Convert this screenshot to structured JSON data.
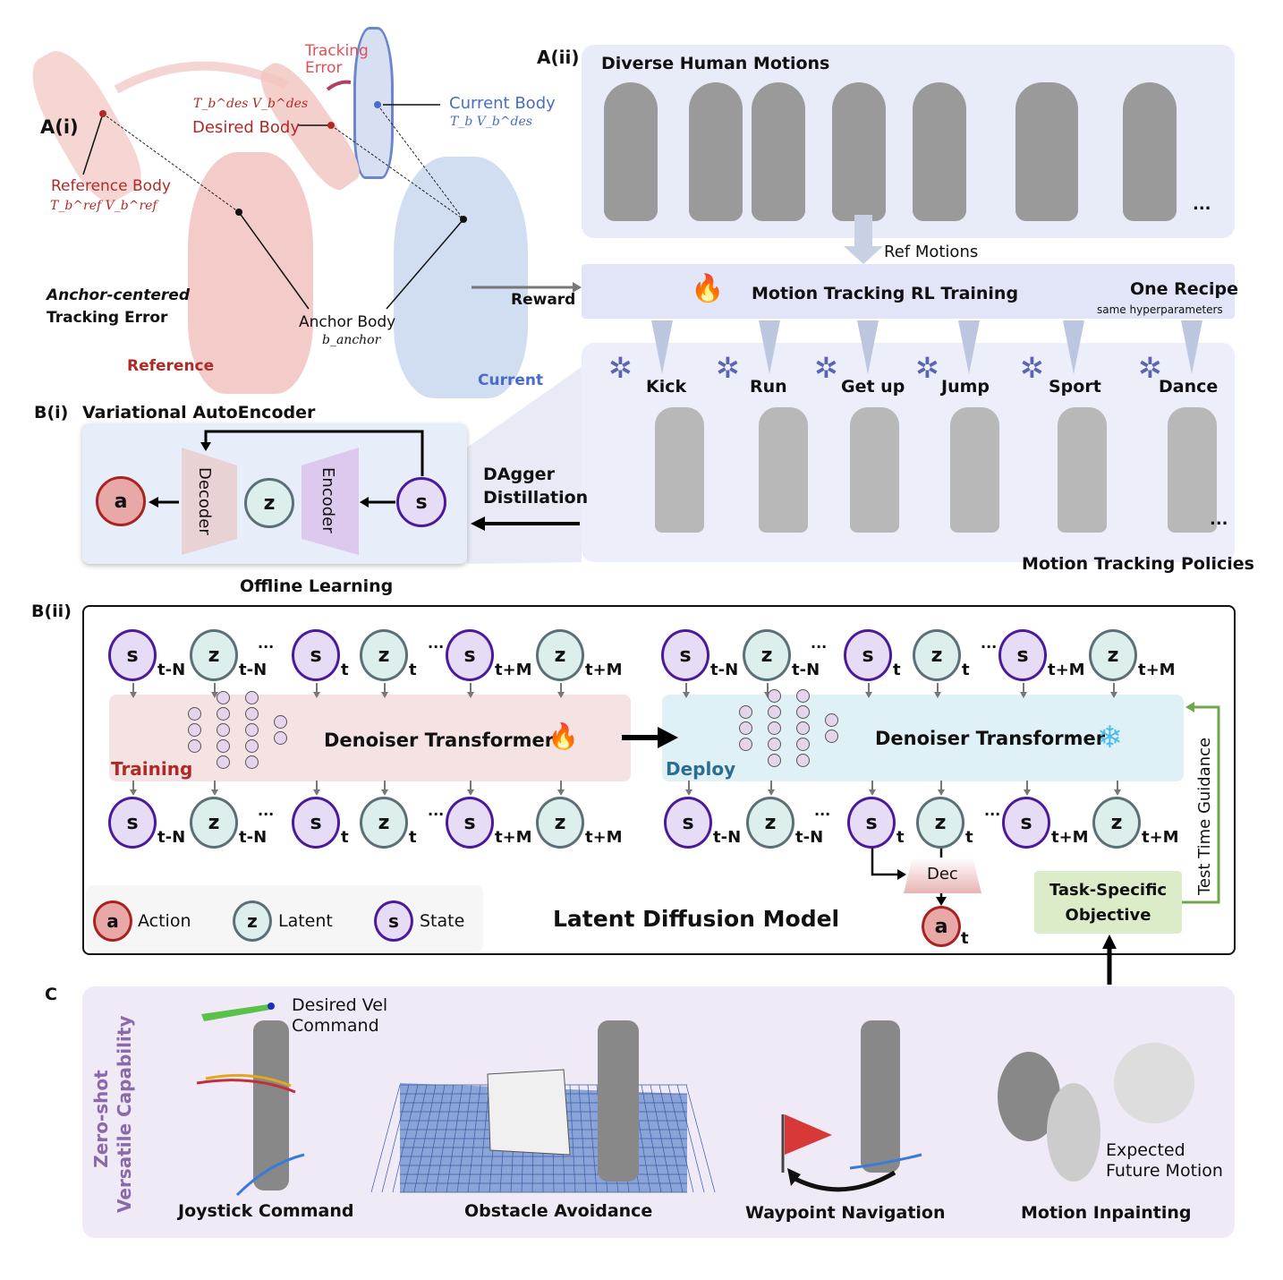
{
  "a_i": {
    "label": "A(i)",
    "tracking_error": [
      "Tracking",
      "Error"
    ],
    "desired_body": "Desired Body",
    "desired_math": "T_b^des  V_b^des",
    "current_body": "Current Body",
    "current_math": "T_b  V_b^des",
    "reference_body": "Reference Body",
    "reference_math": "T_b^ref  V_b^ref",
    "anchor_title": "Anchor-centered",
    "anchor_sub": "Tracking Error",
    "anchor_body": "Anchor Body",
    "anchor_math": "b_anchor",
    "reference": "Reference",
    "current": "Current",
    "reward": "Reward"
  },
  "a_ii": {
    "label": "A(ii)",
    "title": "Diverse Human Motions",
    "ellipsis": "...",
    "ref_motions": "Ref Motions",
    "training": "Motion Tracking RL Training",
    "recipe": "One Recipe",
    "recipe_sub": "same hyperparameters",
    "policies": [
      "Kick",
      "Run",
      "Get up",
      "Jump",
      "Sport",
      "Dance"
    ],
    "policies_title": "Motion Tracking Policies"
  },
  "b_i": {
    "label": "B(i)",
    "title": "Variational AutoEncoder",
    "decoder": "Decoder",
    "encoder": "Encoder",
    "a": "a",
    "z": "z",
    "s": "s",
    "offline": "Offline Learning",
    "dagger": [
      "DAgger",
      "Distillation"
    ]
  },
  "b_ii": {
    "label": "B(ii)",
    "training_model": "Denoiser Transformer",
    "deploy_model": "Denoiser Transformer",
    "training": "Training",
    "deploy": "Deploy",
    "dots": "...",
    "subscripts": [
      "t-N",
      "t-N",
      "t",
      "t",
      "t+M",
      "t+M"
    ],
    "kinds": [
      "s",
      "z",
      "s",
      "z",
      "s",
      "z"
    ],
    "dec": "Dec",
    "a_t": "a",
    "a_t_sub": "t",
    "task": [
      "Task-Specific",
      "Objective"
    ],
    "guidance": "Test Time Guidance",
    "title": "Latent Diffusion Model",
    "legend": [
      {
        "sym": "a",
        "label": "Action"
      },
      {
        "sym": "z",
        "label": "Latent"
      },
      {
        "sym": "s",
        "label": "State"
      }
    ]
  },
  "c": {
    "label": "C",
    "side": [
      "Zero-shot",
      "Versatile Capability"
    ],
    "desired_vel": [
      "Desired Vel",
      "Command"
    ],
    "expected": [
      "Expected",
      "Future Motion"
    ],
    "captions": [
      "Joystick Command",
      "Obstacle Avoidance",
      "Waypoint Navigation",
      "Motion Inpainting"
    ]
  },
  "colors": {
    "red": "#b02a25",
    "blue": "#4a6cc4",
    "purple": "#8a6aa8",
    "green": "#6ea84a"
  }
}
